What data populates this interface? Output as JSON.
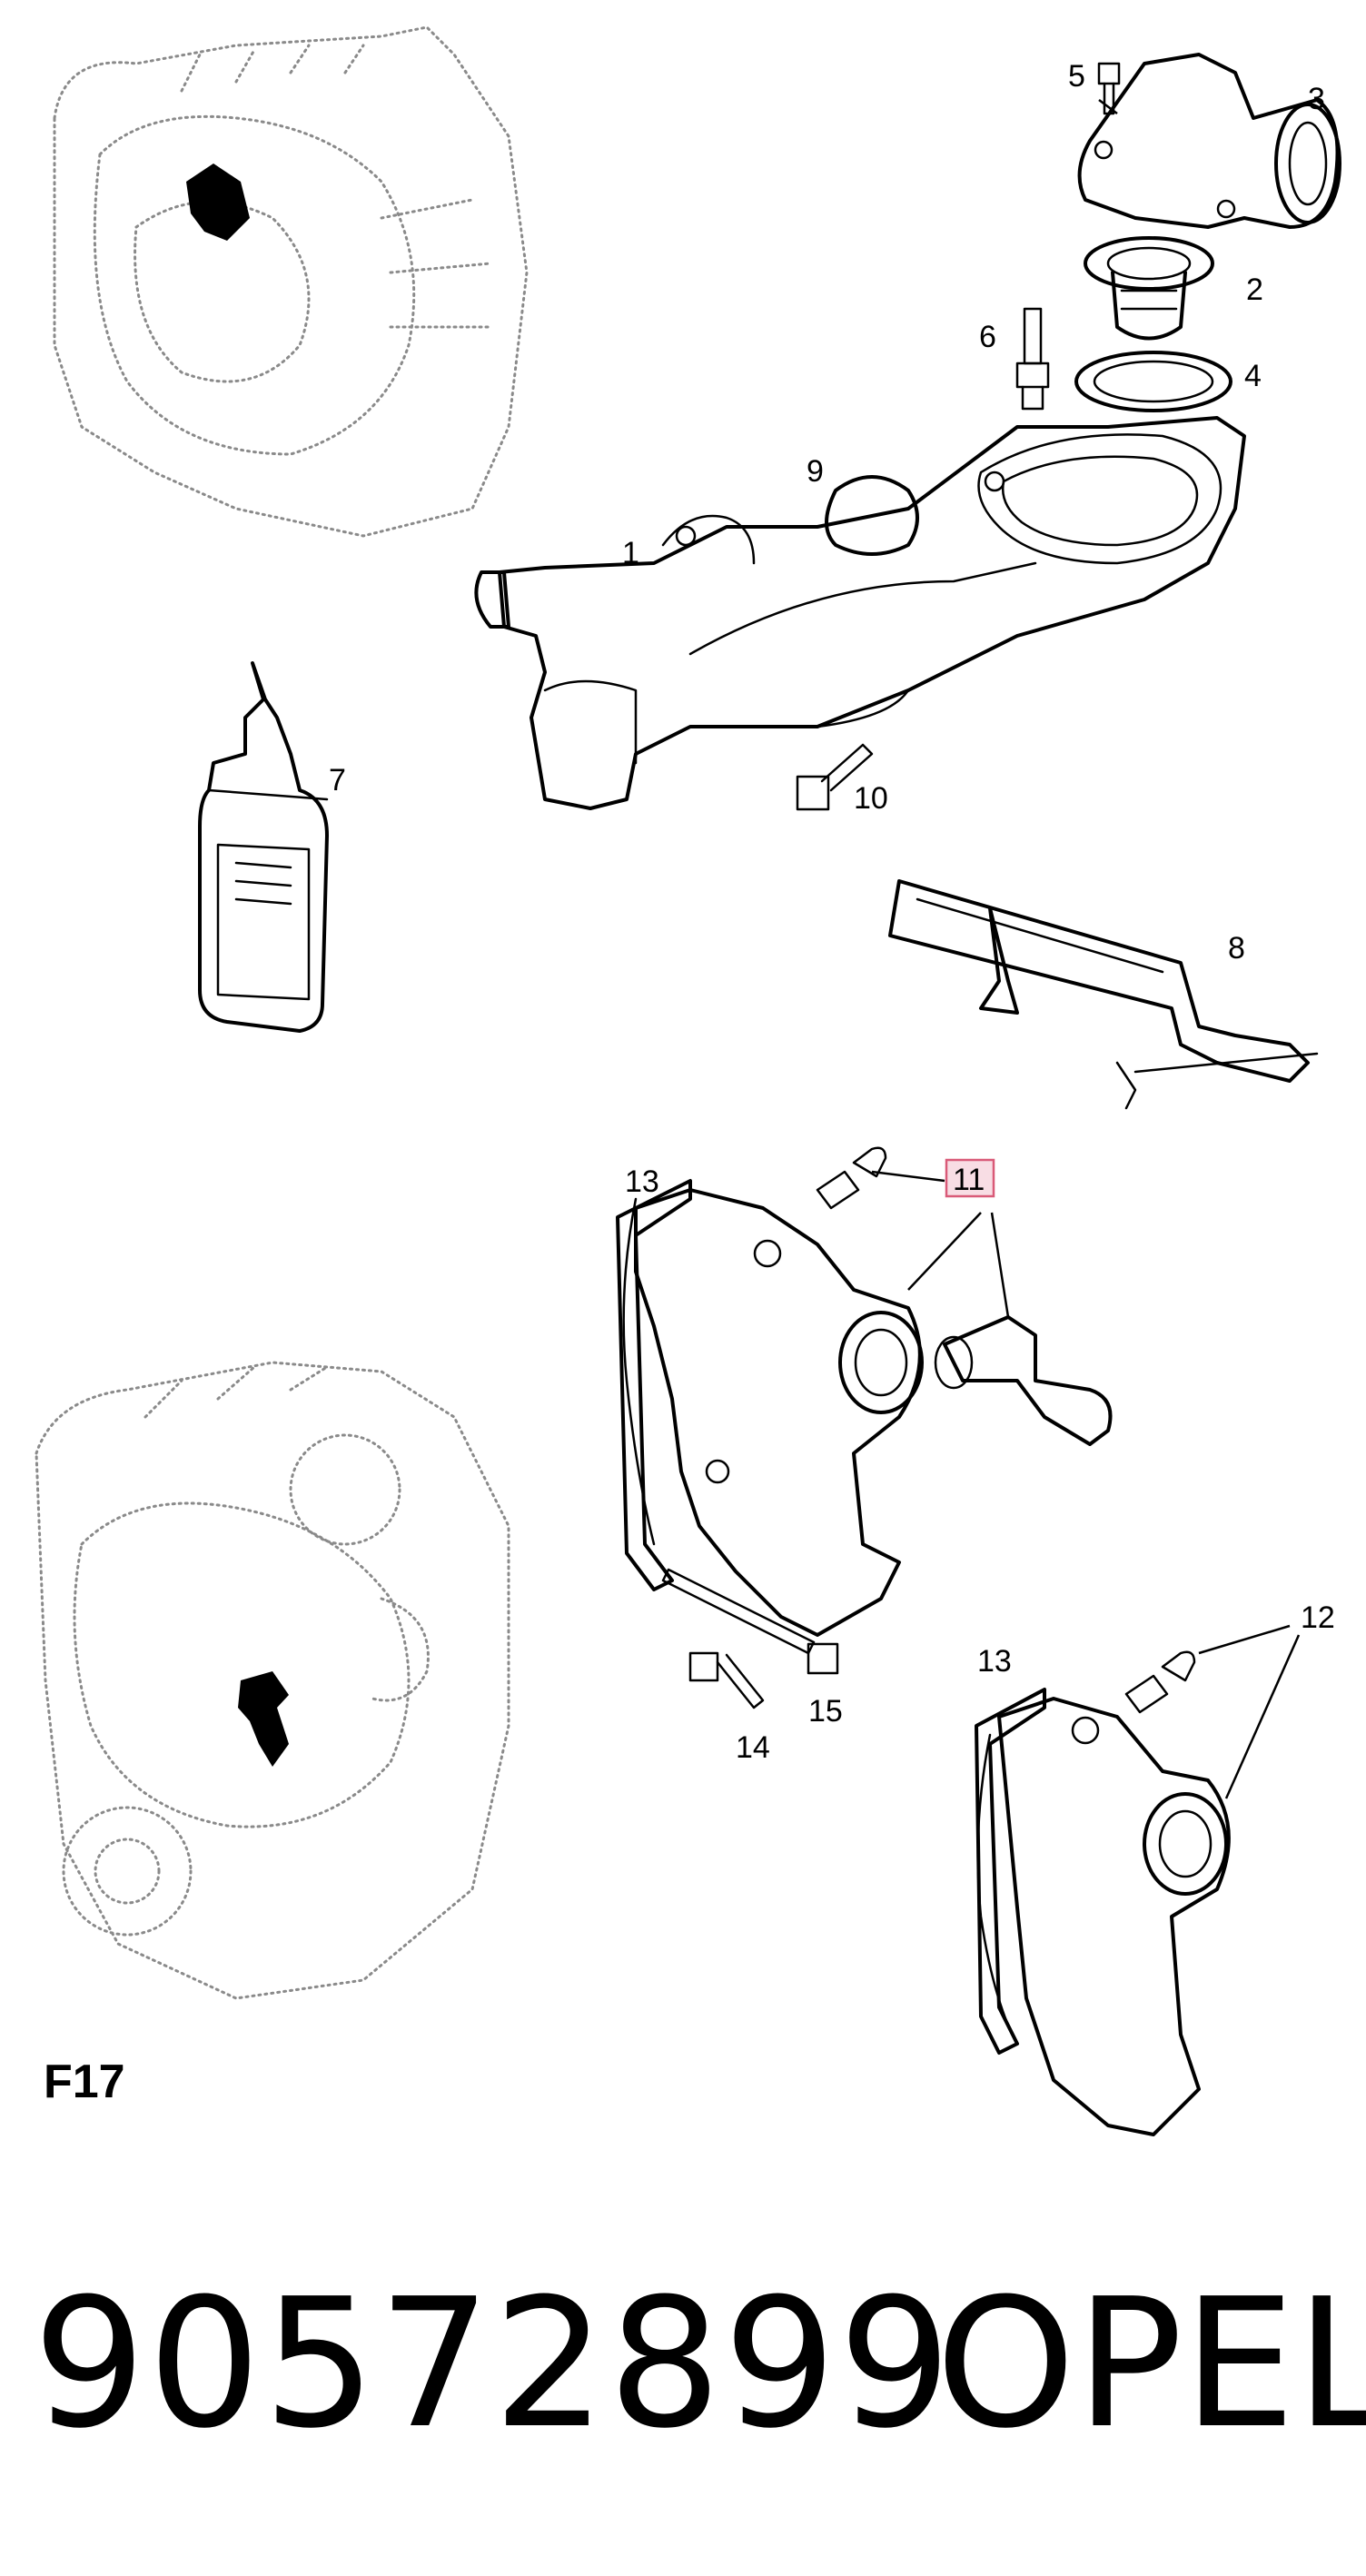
{
  "callouts": {
    "c1": "1",
    "c2": "2",
    "c3": "3",
    "c4": "4",
    "c5": "5",
    "c6": "6",
    "c7": "7",
    "c8": "8",
    "c9": "9",
    "c10": "10",
    "c11": "11",
    "c12": "12",
    "c13a": "13",
    "c13b": "13",
    "c14": "14",
    "c15": "15"
  },
  "highlighted_callout": "11",
  "section_code": "F17",
  "part_number": "90572899",
  "brand": "OPEL",
  "colors": {
    "highlight_fill": "#f8dde4",
    "highlight_stroke": "#d95a78",
    "line": "#000000",
    "engine_dots": "#8a8a8a"
  }
}
